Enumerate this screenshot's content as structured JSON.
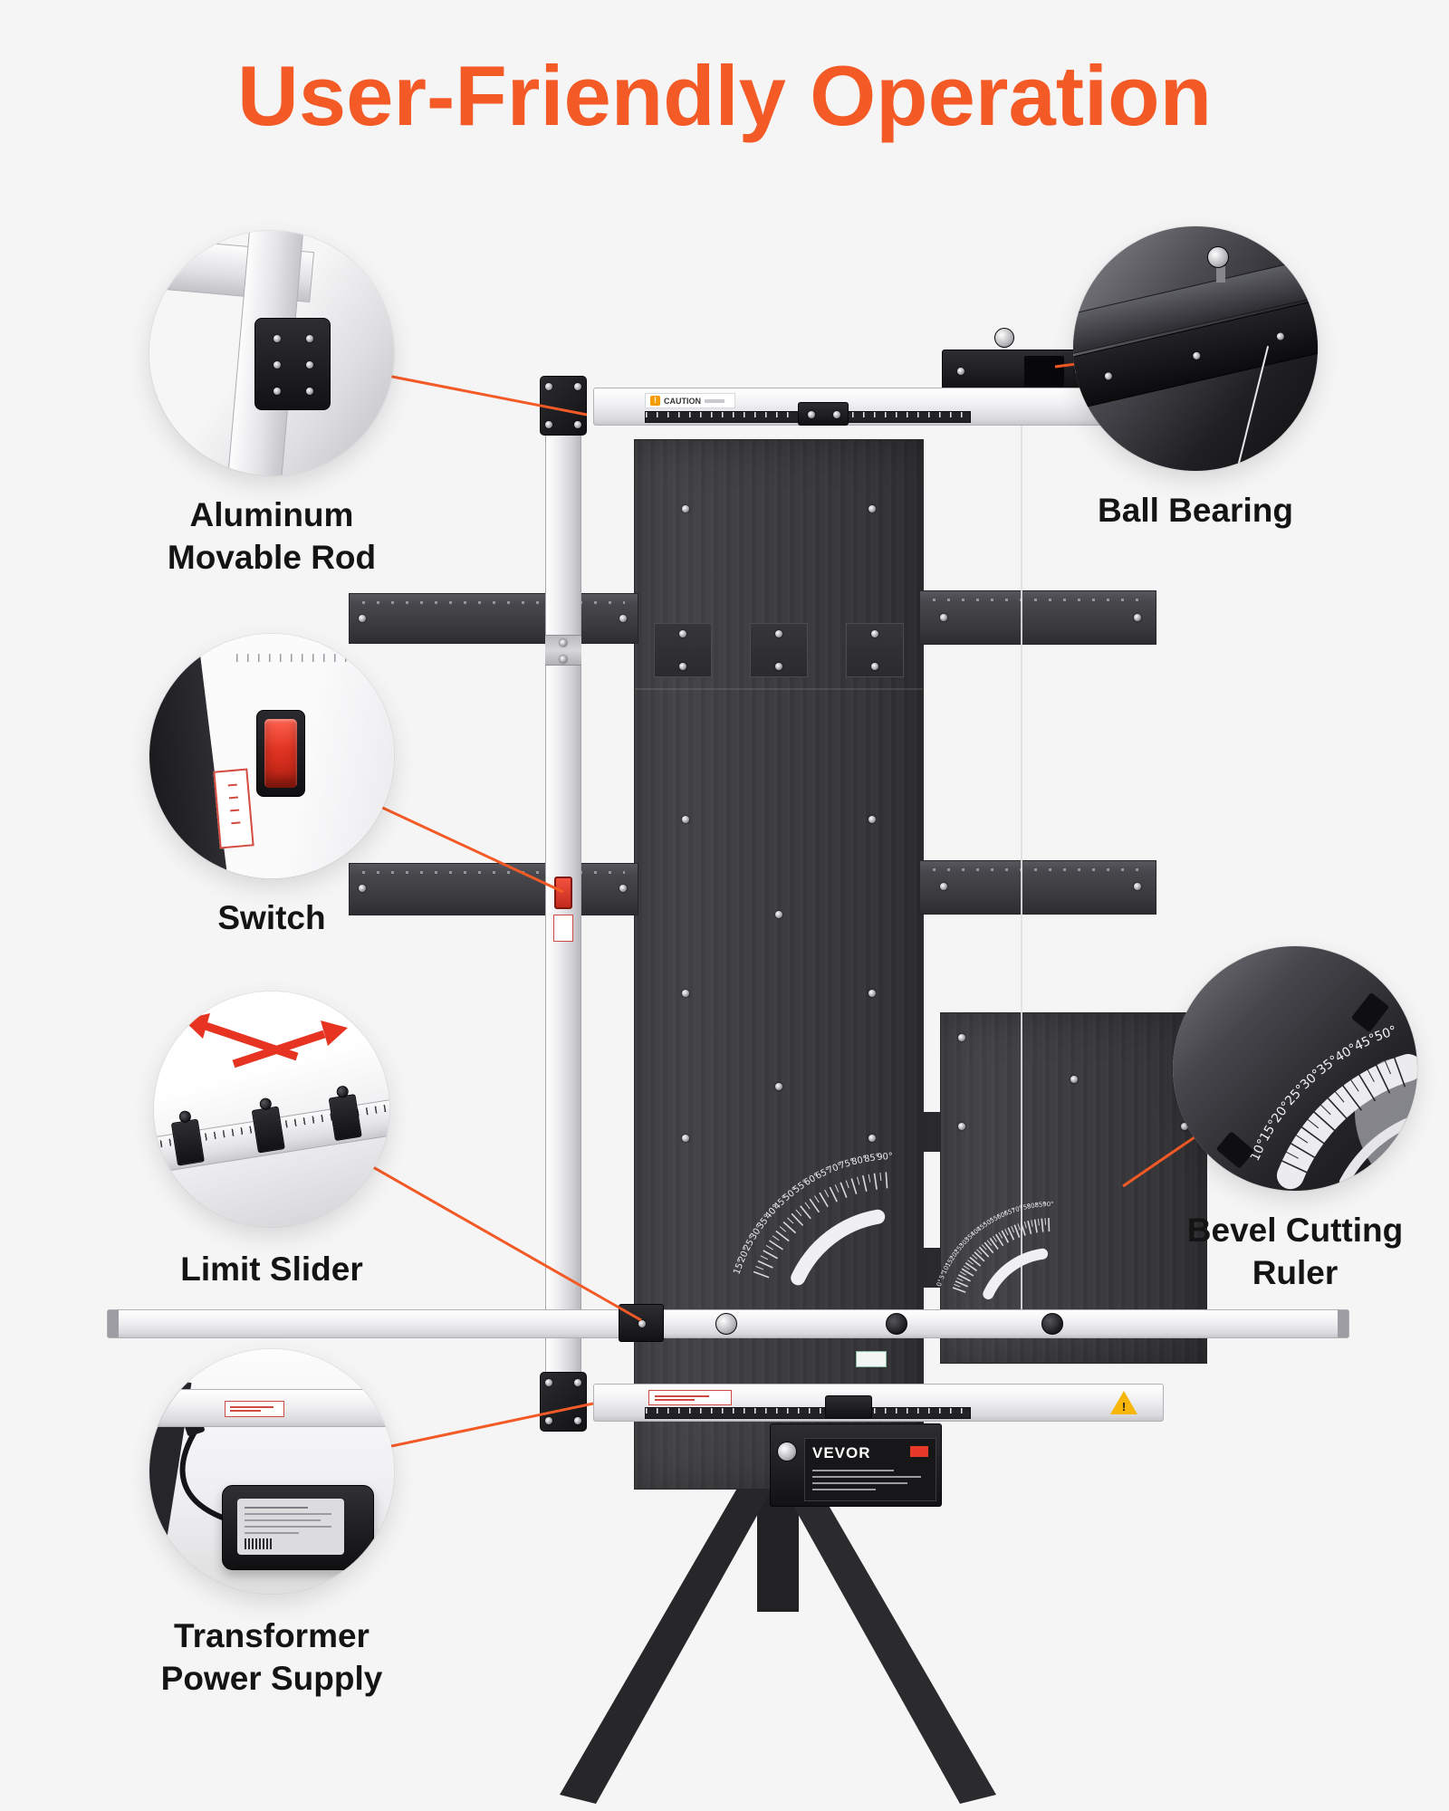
{
  "page": {
    "title": "User-Friendly Operation",
    "accent_color": "#f45a26",
    "background_color": "#f5f5f6"
  },
  "callouts": [
    {
      "id": "aluminum-movable-rod",
      "label": "Aluminum Movable Rod",
      "label_lines": [
        "Aluminum",
        "Movable Rod"
      ]
    },
    {
      "id": "ball-bearing",
      "label": "Ball Bearing",
      "label_lines": [
        "Ball Bearing"
      ]
    },
    {
      "id": "switch",
      "label": "Switch",
      "label_lines": [
        "Switch"
      ]
    },
    {
      "id": "limit-slider",
      "label": "Limit Slider",
      "label_lines": [
        "Limit Slider"
      ]
    },
    {
      "id": "bevel-cutting-ruler",
      "label": "Bevel Cutting Ruler",
      "label_lines": [
        "Bevel Cutting",
        "Ruler"
      ]
    },
    {
      "id": "transformer-power-supply",
      "label": "Transformer Power Supply",
      "label_lines": [
        "Transformer",
        "Power Supply"
      ]
    }
  ],
  "machine": {
    "caution_label": "CAUTION",
    "brand": "VEVOR",
    "protractor_main": {
      "labels": [
        "15°",
        "20°",
        "25°",
        "30°",
        "35°",
        "40°",
        "45°",
        "50°",
        "55°",
        "60°",
        "65°",
        "70°",
        "75°",
        "80°",
        "85°",
        "90°"
      ]
    },
    "protractor_bevel": {
      "labels": [
        "0°",
        "5°",
        "10°",
        "15°",
        "20°",
        "25°",
        "30°",
        "35°",
        "40°",
        "45°",
        "50°",
        "55°",
        "60°",
        "65°",
        "70°",
        "75°",
        "80°",
        "85°",
        "90°"
      ]
    },
    "protractor_zoom": {
      "labels": [
        "10°",
        "15°",
        "20°",
        "25°",
        "30°",
        "35°",
        "40°",
        "45°",
        "50°"
      ]
    }
  }
}
